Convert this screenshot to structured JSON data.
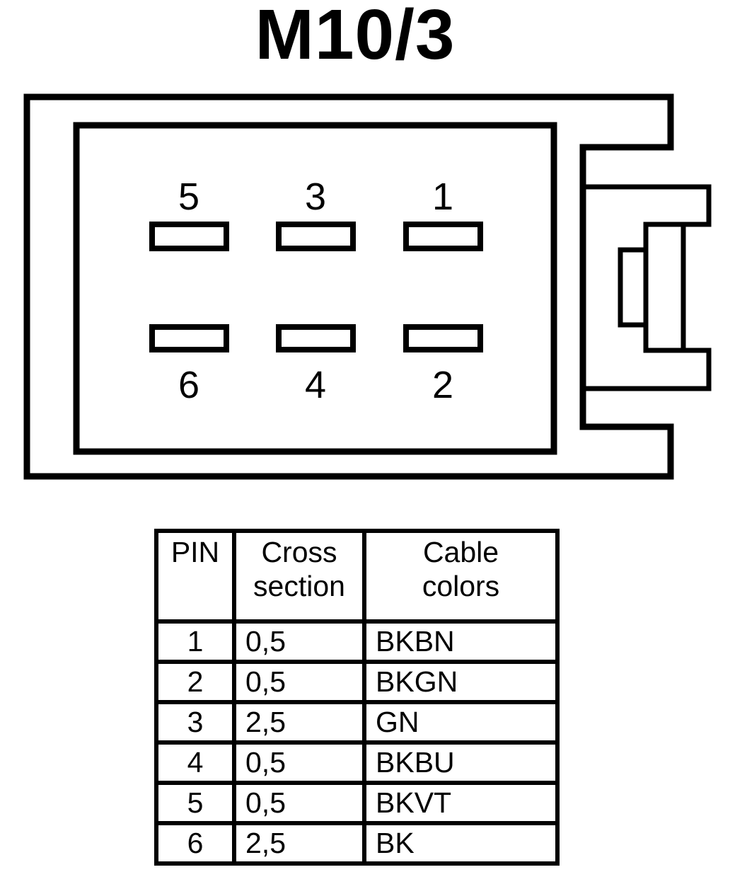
{
  "page": {
    "background": "#ffffff",
    "ink": "#000000"
  },
  "title": "M10/3",
  "connector": {
    "pin_labels": {
      "top_row": [
        "5",
        "3",
        "1"
      ],
      "bottom_row": [
        "6",
        "4",
        "2"
      ]
    }
  },
  "table": {
    "headers": [
      {
        "line1": "PIN",
        "line2": ""
      },
      {
        "line1": "Cross",
        "line2": "section"
      },
      {
        "line1": "Cable",
        "line2": "colors"
      }
    ],
    "rows": [
      {
        "pin": "1",
        "cross_section": "0,5",
        "cable_color": "BKBN"
      },
      {
        "pin": "2",
        "cross_section": "0,5",
        "cable_color": "BKGN"
      },
      {
        "pin": "3",
        "cross_section": "2,5",
        "cable_color": "GN"
      },
      {
        "pin": "4",
        "cross_section": "0,5",
        "cable_color": "BKBU"
      },
      {
        "pin": "5",
        "cross_section": "0,5",
        "cable_color": "BKVT"
      },
      {
        "pin": "6",
        "cross_section": "2,5",
        "cable_color": "BK"
      }
    ]
  }
}
